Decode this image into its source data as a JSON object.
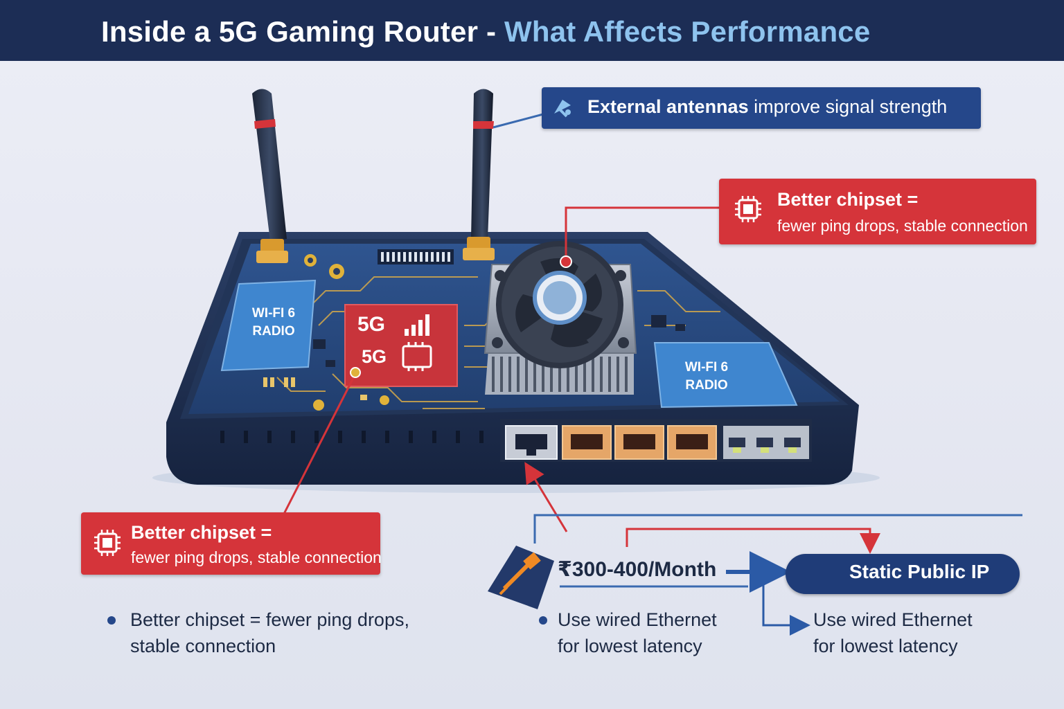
{
  "title": {
    "main": "Inside a 5G Gaming Router -",
    "accent": "What Affects Performance"
  },
  "callouts": {
    "antennas": {
      "bold": "External antennas",
      "rest": " improve signal strength"
    },
    "chipset_top": {
      "line1": "Better chipset =",
      "line2": "fewer ping drops,  stable connection"
    },
    "chipset_left": {
      "line1": "Better chipset =",
      "line2": "fewer ping drops, stable connection"
    }
  },
  "board_labels": {
    "wifi_left": {
      "line1": "WI-FI 6",
      "line2": "RADIO"
    },
    "wifi_right": {
      "line1": "WI-FI 6",
      "line2": "RADIO"
    },
    "modem_top": "5G",
    "modem_bottom": "5G"
  },
  "price": "₹300-400/Month",
  "static_ip": "Static Public IP",
  "bullets": {
    "left": {
      "line1": "Better chipset = fewer ping drops,",
      "line2": "stable connection"
    },
    "middle": {
      "line1": "Use wired Ethernet",
      "line2": "for lowest latency"
    },
    "right": {
      "line1": "Use wired Ethernet",
      "line2": "for lowest latency"
    }
  },
  "colors": {
    "navy": "#1c2d55",
    "accent_blue": "#8ec3ee",
    "callout_blue": "#25478a",
    "callout_red": "#d5343a",
    "board": "#2a4a7e"
  },
  "icons": [
    "satellite-dish-icon",
    "chip-icon",
    "ethernet-plug-icon",
    "globe-lock-icon"
  ]
}
